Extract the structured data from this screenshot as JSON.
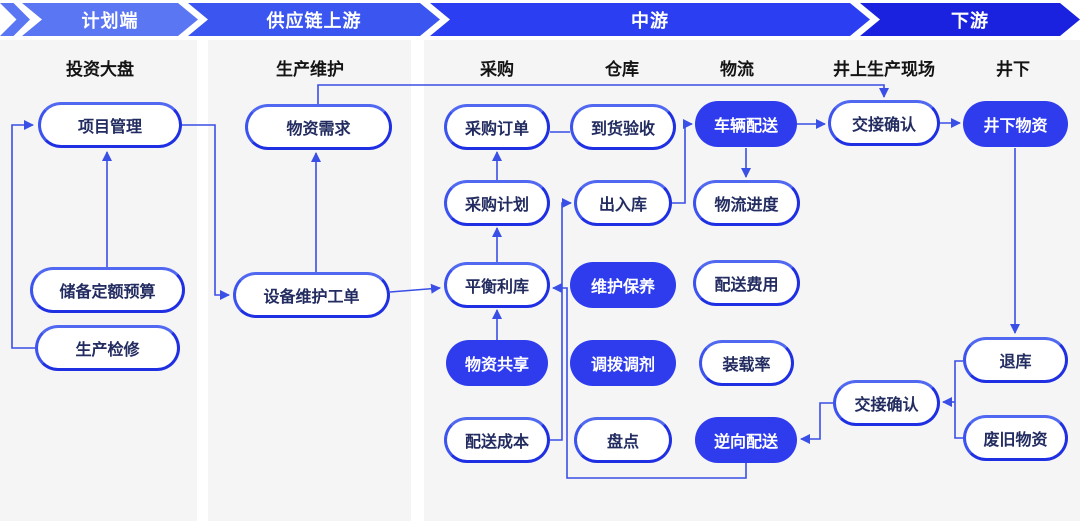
{
  "header": {
    "stages": [
      {
        "label": "计划端"
      },
      {
        "label": "供应链上游"
      },
      {
        "label": "中游"
      },
      {
        "label": "下游"
      }
    ]
  },
  "columns": [
    {
      "title": "投资大盘"
    },
    {
      "title": "生产维护"
    },
    {
      "title": "采购"
    },
    {
      "title": "仓库"
    },
    {
      "title": "物流"
    },
    {
      "title": "井上生产现场"
    },
    {
      "title": "井下"
    }
  ],
  "nodes": [
    {
      "label": "项目管理",
      "variant": "outline"
    },
    {
      "label": "储备定额预算",
      "variant": "outline"
    },
    {
      "label": "生产检修",
      "variant": "outline"
    },
    {
      "label": "物资需求",
      "variant": "outline"
    },
    {
      "label": "设备维护工单",
      "variant": "outline"
    },
    {
      "label": "采购订单",
      "variant": "outline"
    },
    {
      "label": "采购计划",
      "variant": "outline"
    },
    {
      "label": "平衡利库",
      "variant": "outline"
    },
    {
      "label": "物资共享",
      "variant": "filled"
    },
    {
      "label": "配送成本",
      "variant": "outline"
    },
    {
      "label": "到货验收",
      "variant": "outline"
    },
    {
      "label": "出入库",
      "variant": "outline"
    },
    {
      "label": "维护保养",
      "variant": "filled"
    },
    {
      "label": "调拨调剂",
      "variant": "filled"
    },
    {
      "label": "盘点",
      "variant": "outline"
    },
    {
      "label": "车辆配送",
      "variant": "filled"
    },
    {
      "label": "物流进度",
      "variant": "outline"
    },
    {
      "label": "配送费用",
      "variant": "outline"
    },
    {
      "label": "装载率",
      "variant": "outline"
    },
    {
      "label": "逆向配送",
      "variant": "filled"
    },
    {
      "label": "交接确认",
      "variant": "outline"
    },
    {
      "label": "交接确认",
      "variant": "outline"
    },
    {
      "label": "井下物资",
      "variant": "filled"
    },
    {
      "label": "退库",
      "variant": "outline"
    },
    {
      "label": "废旧物资",
      "variant": "outline"
    }
  ],
  "edges": [
    {
      "from": "生产检修",
      "to": "项目管理",
      "arrow": true
    },
    {
      "from": "储备定额预算",
      "to": "项目管理",
      "arrow": true
    },
    {
      "from": "项目管理",
      "to": "设备维护工单",
      "arrow": true
    },
    {
      "from": "设备维护工单",
      "to": "物资需求",
      "arrow": true
    },
    {
      "from": "物资需求",
      "to": "交接确认(井上生产现场)",
      "arrow": true
    },
    {
      "from": "设备维护工单",
      "to": "平衡利库",
      "arrow": true
    },
    {
      "from": "物资共享",
      "to": "平衡利库",
      "arrow": true
    },
    {
      "from": "平衡利库",
      "to": "采购计划",
      "arrow": true
    },
    {
      "from": "采购计划",
      "to": "采购订单",
      "arrow": true
    },
    {
      "from": "采购订单",
      "to": "到货验收",
      "arrow": false
    },
    {
      "from": "配送成本",
      "to": "出入库",
      "arrow": true
    },
    {
      "from": "逆向配送",
      "to": "平衡利库",
      "arrow": true
    },
    {
      "from": "出入库",
      "to": "车辆配送",
      "arrow": true
    },
    {
      "from": "车辆配送",
      "to": "交接确认(井上生产现场)",
      "arrow": true
    },
    {
      "from": "交接确认(井上生产现场)",
      "to": "井下物资",
      "arrow": true
    },
    {
      "from": "车辆配送",
      "to": "物流进度",
      "arrow": true
    },
    {
      "from": "井下物资",
      "to": "退库",
      "arrow": true
    },
    {
      "from": "退库",
      "to": "交接确认(下游)",
      "arrow": true
    },
    {
      "from": "废旧物资",
      "to": "交接确认(下游)",
      "arrow": true
    },
    {
      "from": "交接确认(下游)",
      "to": "逆向配送",
      "arrow": true
    }
  ],
  "colors": {
    "stage_planning": "#5b76f3",
    "stage_upstream": "#3b55f1",
    "stage_midstream": "#2b3ef1",
    "stage_downstream": "#1a22df",
    "node_fill": "#2e3cee",
    "node_border": "#1f30e2",
    "node_text": "#232c60",
    "connector": "#3a4fe6",
    "panel_bg": "#f5f5f6",
    "title_text": "#141414"
  }
}
